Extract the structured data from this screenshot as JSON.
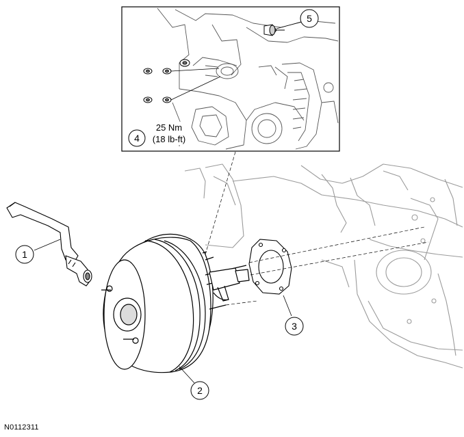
{
  "callouts": [
    {
      "id": "1",
      "label": "1"
    },
    {
      "id": "2",
      "label": "2"
    },
    {
      "id": "3",
      "label": "3"
    },
    {
      "id": "4",
      "label": "4"
    },
    {
      "id": "5",
      "label": "5"
    }
  ],
  "torque": {
    "metric": "25 Nm",
    "imperial": "(18 lb-ft)"
  },
  "figure_id": "N0112311"
}
